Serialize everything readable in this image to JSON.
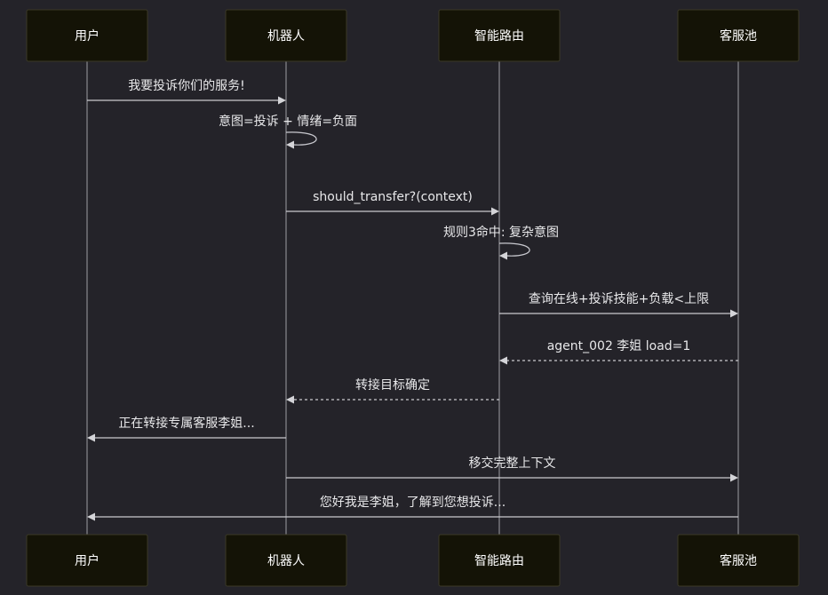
{
  "actors": [
    {
      "id": "user",
      "label": "用户"
    },
    {
      "id": "bot",
      "label": "机器人"
    },
    {
      "id": "router",
      "label": "智能路由"
    },
    {
      "id": "pool",
      "label": "客服池"
    }
  ],
  "messages": [
    {
      "from": "user",
      "to": "bot",
      "label": "我要投诉你们的服务!",
      "style": "solid"
    },
    {
      "from": "bot",
      "to": "bot",
      "label": "意图=投诉 + 情绪=负面",
      "style": "solid"
    },
    {
      "from": "bot",
      "to": "router",
      "label": "should_transfer?(context)",
      "style": "solid"
    },
    {
      "from": "router",
      "to": "router",
      "label": "规则3命中: 复杂意图",
      "style": "solid"
    },
    {
      "from": "router",
      "to": "pool",
      "label": "查询在线+投诉技能+负载<上限",
      "style": "solid"
    },
    {
      "from": "pool",
      "to": "router",
      "label": "agent_002 李姐 load=1",
      "style": "dashed"
    },
    {
      "from": "router",
      "to": "bot",
      "label": "转接目标确定",
      "style": "dashed"
    },
    {
      "from": "bot",
      "to": "user",
      "label": "正在转接专属客服李姐...",
      "style": "solid"
    },
    {
      "from": "bot",
      "to": "pool",
      "label": "移交完整上下文",
      "style": "solid"
    },
    {
      "from": "pool",
      "to": "user",
      "label": "您好我是李姐，了解到您想投诉...",
      "style": "solid"
    }
  ]
}
